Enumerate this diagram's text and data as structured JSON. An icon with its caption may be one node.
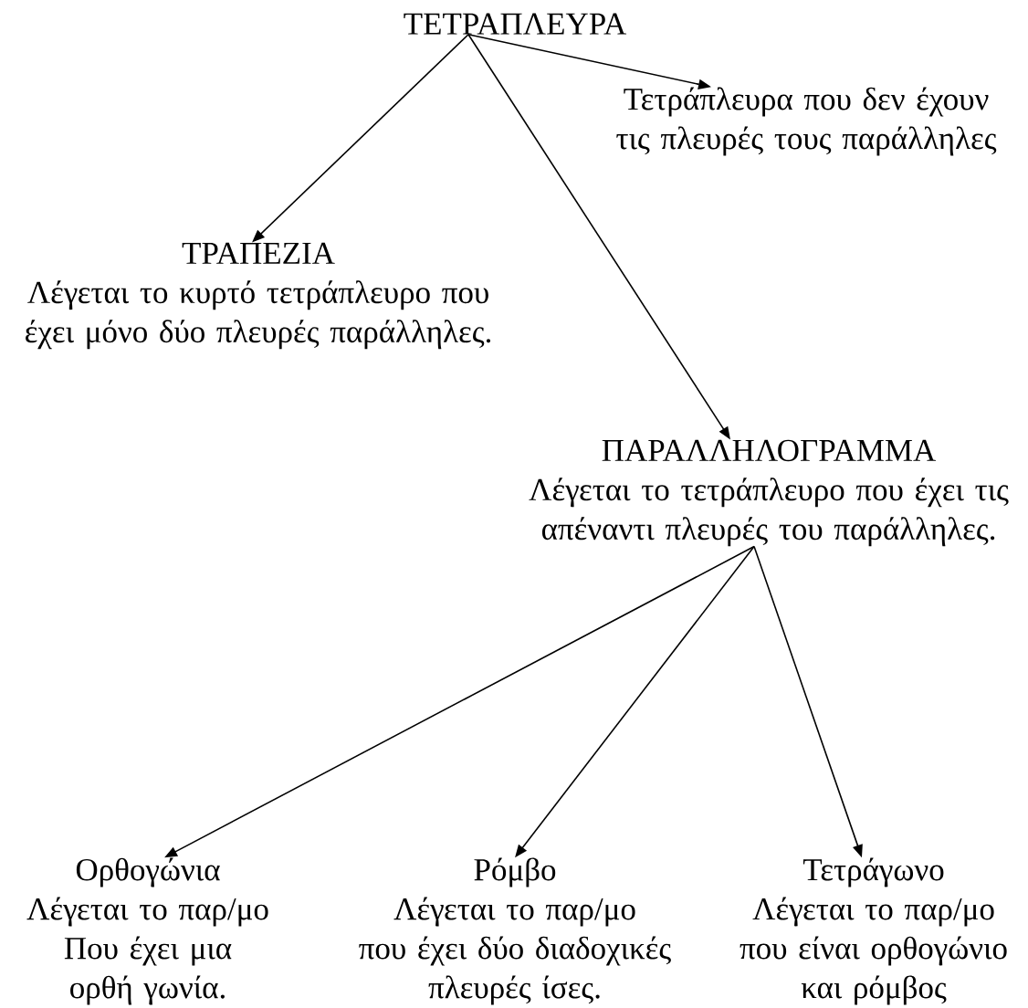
{
  "diagram": {
    "nodes": [
      {
        "text": [
          "ΤΕΤΡΑΠΛΕΥΡΑ"
        ]
      },
      {
        "text": [
          "Τετράπλευρα που δεν έχουν τις πλευρές τους παράλληλες"
        ]
      },
      {
        "text": [
          "ΤΡΑΠΕΖΙΑ",
          "Λέγεται το κυρτό τετράπλευρο που έχει μόνο δύο πλευρές παράλληλες."
        ]
      },
      {
        "text": [
          "ΠΑΡΑΛΛΗΛΟΓΡΑΜΜΑ",
          "Λέγεται το τετράπλευρο που έχει τις απέναντι πλευρές του παράλληλες."
        ]
      },
      {
        "text": [
          "Ορθογώνια",
          "Λέγεται το παρ/μο",
          "Που έχει μια ορθή γωνία."
        ]
      },
      {
        "text": [
          "Ρόμβο",
          "Λέγεται το παρ/μο",
          "που έχει δύο διαδοχικές πλευρές ίσες."
        ]
      },
      {
        "text": [
          "Τετράγωνο",
          "Λέγεται το παρ/μο",
          "που είναι ορθογώνιο και ρόμβος"
        ]
      }
    ],
    "edges": [
      {
        "from": 0,
        "to": 1,
        "arrow": "to"
      },
      {
        "from": 0,
        "to": 2,
        "arrow": "to"
      },
      {
        "from": 0,
        "to": 3,
        "arrow": "to"
      },
      {
        "from": 3,
        "to": 4,
        "arrow": "to"
      },
      {
        "from": 3,
        "to": 5,
        "arrow": "to"
      },
      {
        "from": 3,
        "to": 6,
        "arrow": "to"
      }
    ]
  }
}
